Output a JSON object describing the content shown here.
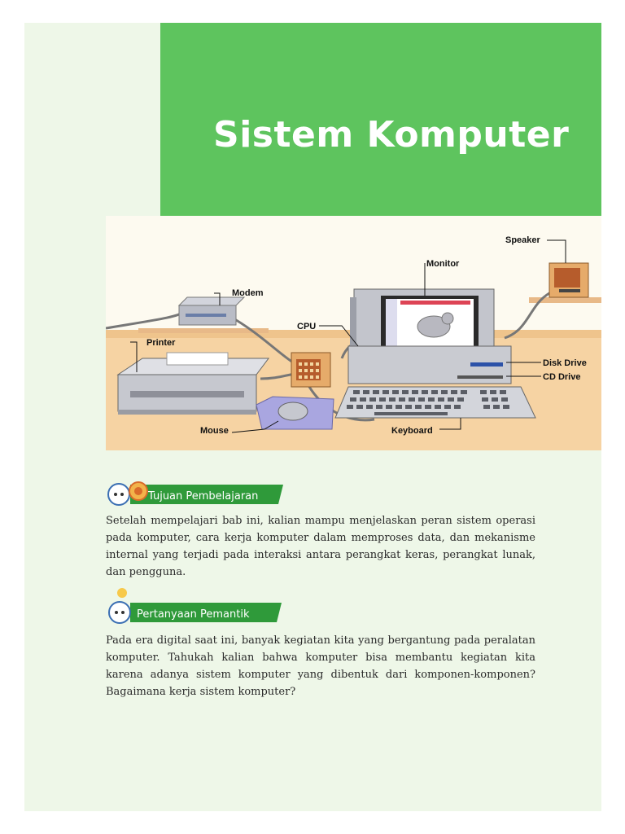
{
  "chapter": {
    "title": "Sistem Komputer"
  },
  "illustration": {
    "labels": {
      "speaker": "Speaker",
      "monitor": "Monitor",
      "modem": "Modem",
      "cpu": "CPU",
      "printer": "Printer",
      "disk_drive": "Disk Drive",
      "cd_drive": "CD Drive",
      "mouse": "Mouse",
      "keyboard": "Keyboard"
    }
  },
  "learning_goal": {
    "badge": "Tujuan Pembelajaran",
    "text": "Setelah mempelajari bab ini, kalian mampu menjelaskan peran sistem operasi pada komputer, cara kerja komputer dalam memproses data, dan mekanisme internal yang terjadi pada interaksi antara perangkat keras, perangkat lunak, dan pengguna."
  },
  "trigger_question": {
    "badge": "Pertanyaan Pemantik",
    "text": "Pada era digital saat ini, banyak kegiatan kita yang bergantung pada peralatan komputer. Tahukah kalian bahwa komputer bisa membantu kegiatan kita karena adanya sistem komputer yang dibentuk dari komponen-komponen? Bagaimana kerja sistem komputer?"
  },
  "colors": {
    "accent": "#5ec45e",
    "page": "#eef7e8",
    "badge_green": "#2f9a3a"
  }
}
